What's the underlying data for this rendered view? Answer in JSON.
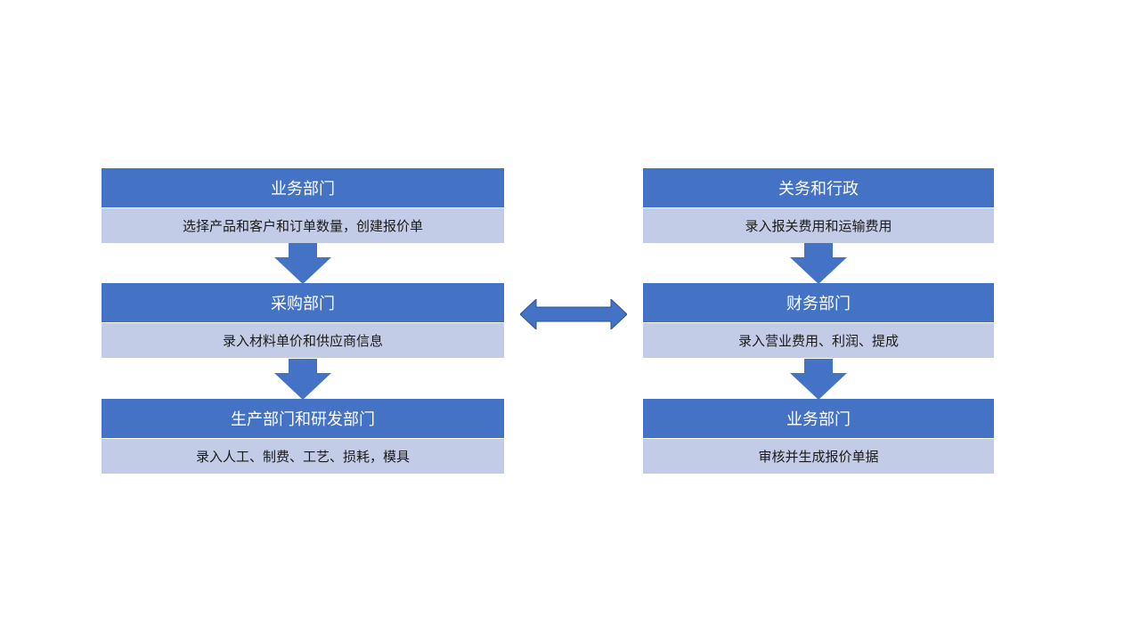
{
  "left_flow": [
    {
      "title": "业务部门",
      "description": "选择产品和客户和订单数量，创建报价单"
    },
    {
      "title": "采购部门",
      "description": "录入材料单价和供应商信息"
    },
    {
      "title": "生产部门和研发部门",
      "description": "录入人工、制费、工艺、损耗，模具"
    }
  ],
  "right_flow": [
    {
      "title": "关务和行政",
      "description": "录入报关费用和运输费用"
    },
    {
      "title": "财务部门",
      "description": "录入营业费用、利润、提成"
    },
    {
      "title": "业务部门",
      "description": "审核并生成报价单据"
    }
  ],
  "colors": {
    "header": "#4472c4",
    "body": "#c3cce6",
    "arrow": "#4472c4"
  }
}
